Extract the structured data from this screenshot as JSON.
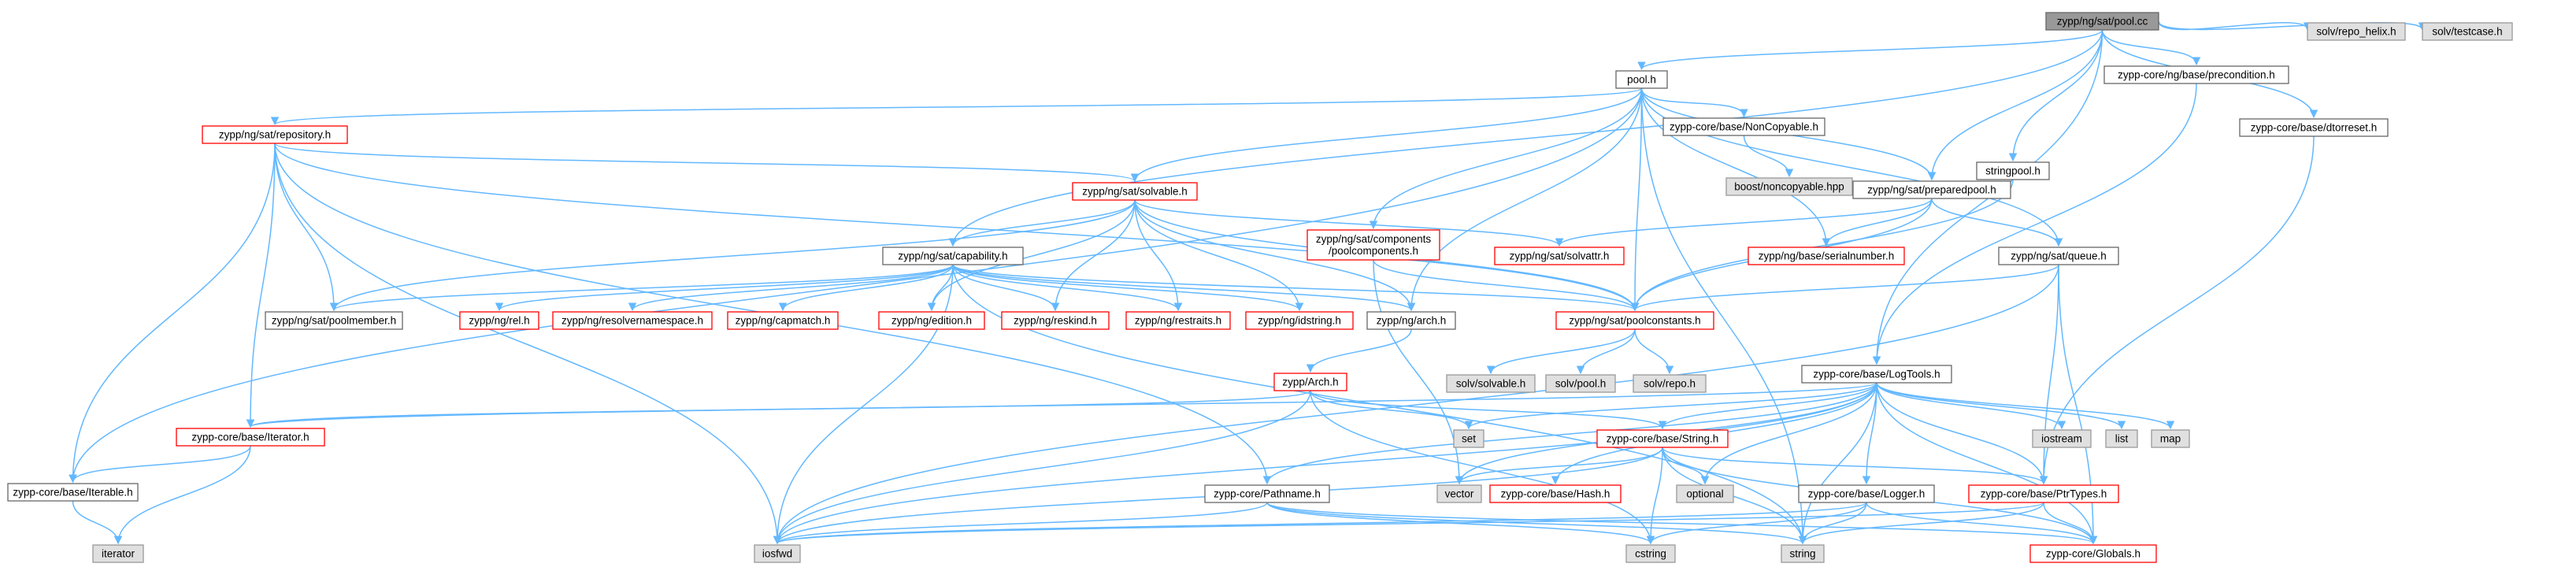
{
  "colors": {
    "background": "#ffffff",
    "edge": "#63b8ff",
    "root_fill": "#999999",
    "root_stroke": "#666666",
    "plain_fill": "#ffffff",
    "plain_stroke": "#666666",
    "red_stroke": "#ff0000",
    "system_fill": "#e0e0e0",
    "system_stroke": "#999999"
  },
  "nodes": [
    {
      "id": "pool_cc",
      "label": "zypp/ng/sat/pool.cc",
      "style": "root"
    },
    {
      "id": "pool_h",
      "label": "pool.h",
      "style": "plain"
    },
    {
      "id": "solv_repo_helix",
      "label": "solv/repo_helix.h",
      "style": "system"
    },
    {
      "id": "solv_testcase",
      "label": "solv/testcase.h",
      "style": "system"
    },
    {
      "id": "precondition",
      "label": "zypp-core/ng/base/precondition.h",
      "style": "plain"
    },
    {
      "id": "dtorreset",
      "label": "zypp-core/base/dtorreset.h",
      "style": "plain"
    },
    {
      "id": "stringpool",
      "label": "stringpool.h",
      "style": "plain"
    },
    {
      "id": "repository",
      "label": "zypp/ng/sat/repository.h",
      "style": "red"
    },
    {
      "id": "noncopyable",
      "label": "zypp-core/base/NonCopyable.h",
      "style": "plain"
    },
    {
      "id": "boost_noncopyable",
      "label": "boost/noncopyable.hpp",
      "style": "system"
    },
    {
      "id": "preparedpool",
      "label": "zypp/ng/sat/preparedpool.h",
      "style": "plain"
    },
    {
      "id": "solvable",
      "label": "zypp/ng/sat/solvable.h",
      "style": "red"
    },
    {
      "id": "poolcomponents",
      "label": "zypp/ng/sat/components/poolcomponents.h",
      "label_lines": [
        "zypp/ng/sat/components",
        "/poolcomponents.h"
      ],
      "style": "red"
    },
    {
      "id": "solvattr",
      "label": "zypp/ng/sat/solvattr.h",
      "style": "red"
    },
    {
      "id": "serialnumber",
      "label": "zypp/ng/base/serialnumber.h",
      "style": "red"
    },
    {
      "id": "queue",
      "label": "zypp/ng/sat/queue.h",
      "style": "plain"
    },
    {
      "id": "capability",
      "label": "zypp/ng/sat/capability.h",
      "style": "plain"
    },
    {
      "id": "poolmember",
      "label": "zypp/ng/sat/poolmember.h",
      "style": "plain"
    },
    {
      "id": "rel",
      "label": "zypp/ng/rel.h",
      "style": "red"
    },
    {
      "id": "resolvernamespace",
      "label": "zypp/ng/resolvernamespace.h",
      "style": "red"
    },
    {
      "id": "capmatch",
      "label": "zypp/ng/capmatch.h",
      "style": "red"
    },
    {
      "id": "edition",
      "label": "zypp/ng/edition.h",
      "style": "red"
    },
    {
      "id": "reskind",
      "label": "zypp/ng/reskind.h",
      "style": "red"
    },
    {
      "id": "restraits",
      "label": "zypp/ng/restraits.h",
      "style": "red"
    },
    {
      "id": "idstring",
      "label": "zypp/ng/idstring.h",
      "style": "red"
    },
    {
      "id": "ng_arch",
      "label": "zypp/ng/arch.h",
      "style": "plain"
    },
    {
      "id": "poolconstants",
      "label": "zypp/ng/sat/poolconstants.h",
      "style": "red"
    },
    {
      "id": "solv_solvable",
      "label": "solv/solvable.h",
      "style": "system"
    },
    {
      "id": "solv_pool",
      "label": "solv/pool.h",
      "style": "system"
    },
    {
      "id": "solv_repo",
      "label": "solv/repo.h",
      "style": "system"
    },
    {
      "id": "logtools",
      "label": "zypp-core/base/LogTools.h",
      "style": "plain"
    },
    {
      "id": "zypp_arch",
      "label": "zypp/Arch.h",
      "style": "red"
    },
    {
      "id": "iterator_h",
      "label": "zypp-core/base/Iterator.h",
      "style": "red"
    },
    {
      "id": "iterable",
      "label": "zypp-core/base/Iterable.h",
      "style": "plain"
    },
    {
      "id": "iterator",
      "label": "iterator",
      "style": "system"
    },
    {
      "id": "set",
      "label": "set",
      "style": "system"
    },
    {
      "id": "string_h",
      "label": "zypp-core/base/String.h",
      "style": "red"
    },
    {
      "id": "iostream",
      "label": "iostream",
      "style": "system"
    },
    {
      "id": "list",
      "label": "list",
      "style": "system"
    },
    {
      "id": "map",
      "label": "map",
      "style": "system"
    },
    {
      "id": "vector",
      "label": "vector",
      "style": "system"
    },
    {
      "id": "hash",
      "label": "zypp-core/base/Hash.h",
      "style": "red"
    },
    {
      "id": "optional",
      "label": "optional",
      "style": "system"
    },
    {
      "id": "logger",
      "label": "zypp-core/base/Logger.h",
      "style": "plain"
    },
    {
      "id": "ptrtypes",
      "label": "zypp-core/base/PtrTypes.h",
      "style": "red"
    },
    {
      "id": "pathname",
      "label": "zypp-core/Pathname.h",
      "style": "plain"
    },
    {
      "id": "iosfwd",
      "label": "iosfwd",
      "style": "system"
    },
    {
      "id": "cstring",
      "label": "cstring",
      "style": "system"
    },
    {
      "id": "string",
      "label": "string",
      "style": "system"
    },
    {
      "id": "globals",
      "label": "zypp-core/Globals.h",
      "style": "red"
    }
  ],
  "edges": [
    [
      "pool_cc",
      "pool_h"
    ],
    [
      "pool_cc",
      "solv_repo_helix"
    ],
    [
      "pool_cc",
      "solv_testcase"
    ],
    [
      "pool_cc",
      "precondition"
    ],
    [
      "pool_cc",
      "dtorreset"
    ],
    [
      "pool_cc",
      "stringpool"
    ],
    [
      "pool_cc",
      "capability"
    ],
    [
      "pool_cc",
      "preparedpool"
    ],
    [
      "pool_cc",
      "logtools"
    ],
    [
      "pool_h",
      "repository"
    ],
    [
      "pool_h",
      "noncopyable"
    ],
    [
      "pool_h",
      "preparedpool"
    ],
    [
      "pool_h",
      "solvable"
    ],
    [
      "pool_h",
      "poolcomponents"
    ],
    [
      "pool_h",
      "serialnumber"
    ],
    [
      "pool_h",
      "queue"
    ],
    [
      "pool_h",
      "poolconstants"
    ],
    [
      "pool_h",
      "ng_arch"
    ],
    [
      "pool_h",
      "iterable"
    ],
    [
      "pool_h",
      "string"
    ],
    [
      "noncopyable",
      "boost_noncopyable"
    ],
    [
      "precondition",
      "logtools"
    ],
    [
      "dtorreset",
      "ptrtypes"
    ],
    [
      "stringpool",
      "poolconstants"
    ],
    [
      "repository",
      "solvable"
    ],
    [
      "repository",
      "poolmember"
    ],
    [
      "repository",
      "poolconstants"
    ],
    [
      "repository",
      "iterator_h"
    ],
    [
      "repository",
      "iterable"
    ],
    [
      "repository",
      "iosfwd"
    ],
    [
      "repository",
      "pathname"
    ],
    [
      "preparedpool",
      "solvattr"
    ],
    [
      "preparedpool",
      "serialnumber"
    ],
    [
      "preparedpool",
      "queue"
    ],
    [
      "preparedpool",
      "poolconstants"
    ],
    [
      "solvable",
      "capability"
    ],
    [
      "solvable",
      "solvattr"
    ],
    [
      "solvable",
      "poolmember"
    ],
    [
      "solvable",
      "edition"
    ],
    [
      "solvable",
      "reskind"
    ],
    [
      "solvable",
      "restraits"
    ],
    [
      "solvable",
      "idstring"
    ],
    [
      "solvable",
      "ng_arch"
    ],
    [
      "solvable",
      "poolconstants"
    ],
    [
      "poolcomponents",
      "poolconstants"
    ],
    [
      "poolcomponents",
      "vector"
    ],
    [
      "queue",
      "poolconstants"
    ],
    [
      "queue",
      "ptrtypes"
    ],
    [
      "queue",
      "globals"
    ],
    [
      "queue",
      "iosfwd"
    ],
    [
      "capability",
      "poolmember"
    ],
    [
      "capability",
      "rel"
    ],
    [
      "capability",
      "resolvernamespace"
    ],
    [
      "capability",
      "capmatch"
    ],
    [
      "capability",
      "edition"
    ],
    [
      "capability",
      "reskind"
    ],
    [
      "capability",
      "restraits"
    ],
    [
      "capability",
      "idstring"
    ],
    [
      "capability",
      "ng_arch"
    ],
    [
      "capability",
      "poolconstants"
    ],
    [
      "capability",
      "iosfwd"
    ],
    [
      "capability",
      "string"
    ],
    [
      "ng_arch",
      "zypp_arch"
    ],
    [
      "poolconstants",
      "solv_solvable"
    ],
    [
      "poolconstants",
      "solv_pool"
    ],
    [
      "poolconstants",
      "solv_repo"
    ],
    [
      "zypp_arch",
      "iterator_h"
    ],
    [
      "zypp_arch",
      "set"
    ],
    [
      "zypp_arch",
      "string_h"
    ],
    [
      "zypp_arch",
      "iosfwd"
    ],
    [
      "zypp_arch",
      "cstring"
    ],
    [
      "logtools",
      "iterator_h"
    ],
    [
      "logtools",
      "set"
    ],
    [
      "logtools",
      "string_h"
    ],
    [
      "logtools",
      "iostream"
    ],
    [
      "logtools",
      "list"
    ],
    [
      "logtools",
      "map"
    ],
    [
      "logtools",
      "vector"
    ],
    [
      "logtools",
      "hash"
    ],
    [
      "logtools",
      "optional"
    ],
    [
      "logtools",
      "logger"
    ],
    [
      "logtools",
      "ptrtypes"
    ],
    [
      "logtools",
      "globals"
    ],
    [
      "logtools",
      "string"
    ],
    [
      "logtools",
      "iosfwd"
    ],
    [
      "logtools",
      "pathname"
    ],
    [
      "iterator_h",
      "iterable"
    ],
    [
      "iterator_h",
      "iterator"
    ],
    [
      "iterable",
      "iterator"
    ],
    [
      "string_h",
      "iosfwd"
    ],
    [
      "string_h",
      "vector"
    ],
    [
      "string_h",
      "optional"
    ],
    [
      "string_h",
      "cstring"
    ],
    [
      "string_h",
      "string"
    ],
    [
      "string_h",
      "ptrtypes"
    ],
    [
      "string_h",
      "globals"
    ],
    [
      "logger",
      "iosfwd"
    ],
    [
      "logger",
      "cstring"
    ],
    [
      "logger",
      "string"
    ],
    [
      "logger",
      "globals"
    ],
    [
      "ptrtypes",
      "iosfwd"
    ],
    [
      "ptrtypes",
      "string"
    ],
    [
      "ptrtypes",
      "globals"
    ],
    [
      "pathname",
      "iosfwd"
    ],
    [
      "pathname",
      "string"
    ],
    [
      "pathname",
      "cstring"
    ],
    [
      "pathname",
      "globals"
    ]
  ]
}
